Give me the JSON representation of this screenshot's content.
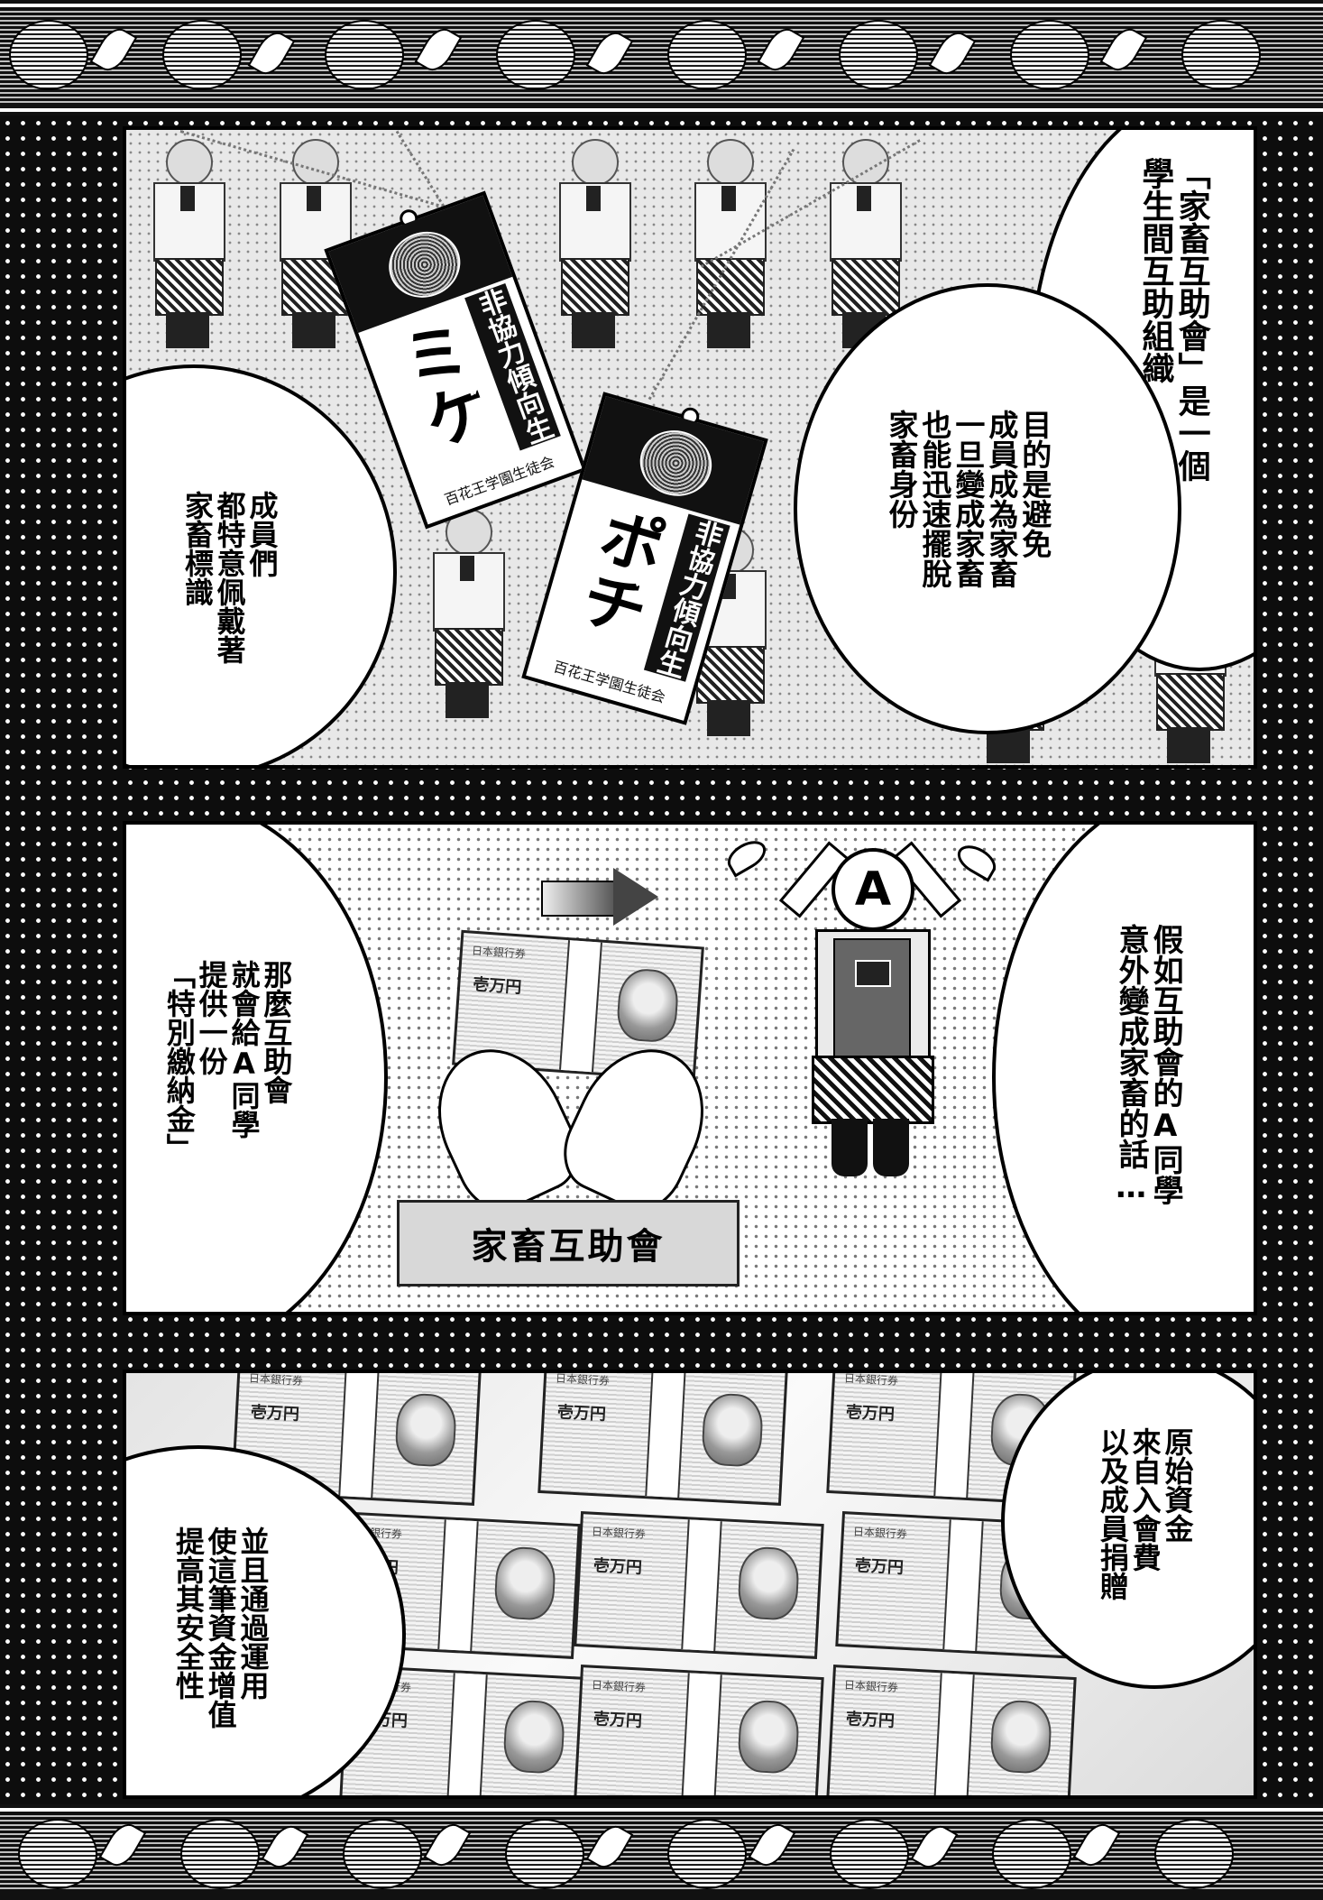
{
  "panel1": {
    "tag_left": {
      "name": "ミケ",
      "status": "非協力傾向生徒",
      "council": "百花王学園生徒会"
    },
    "tag_right": {
      "name": "ポチ",
      "status": "非協力傾向生徒",
      "council": "百花王学園生徒会"
    },
    "speech_top_right": "「家畜互助會」是一個\n學生間互助組織",
    "speech_middle_right": "目的是避免\n成員成為家畜\n一旦變成家畜\n也能迅速擺脫\n家畜身份",
    "speech_left": "成員們\n都特意佩戴著\n家畜標識"
  },
  "panel2": {
    "speech_right": "假如互助會的A同學\n意外變成家畜的話…",
    "speech_left": "那麼互助會\n就會給A同學\n提供一份\n「特別繳納金」",
    "caption": "家畜互助會",
    "student_letter": "A",
    "bill_label": "壱万円",
    "bank_label": "日本銀行券"
  },
  "panel3": {
    "speech_right": "原始資金\n來自入會費\n以及成員捐贈",
    "speech_left": "並且通過運用\n使這筆資金增值\n提高其安全性",
    "bill_label": "壱万円",
    "bank_label": "日本銀行券"
  }
}
